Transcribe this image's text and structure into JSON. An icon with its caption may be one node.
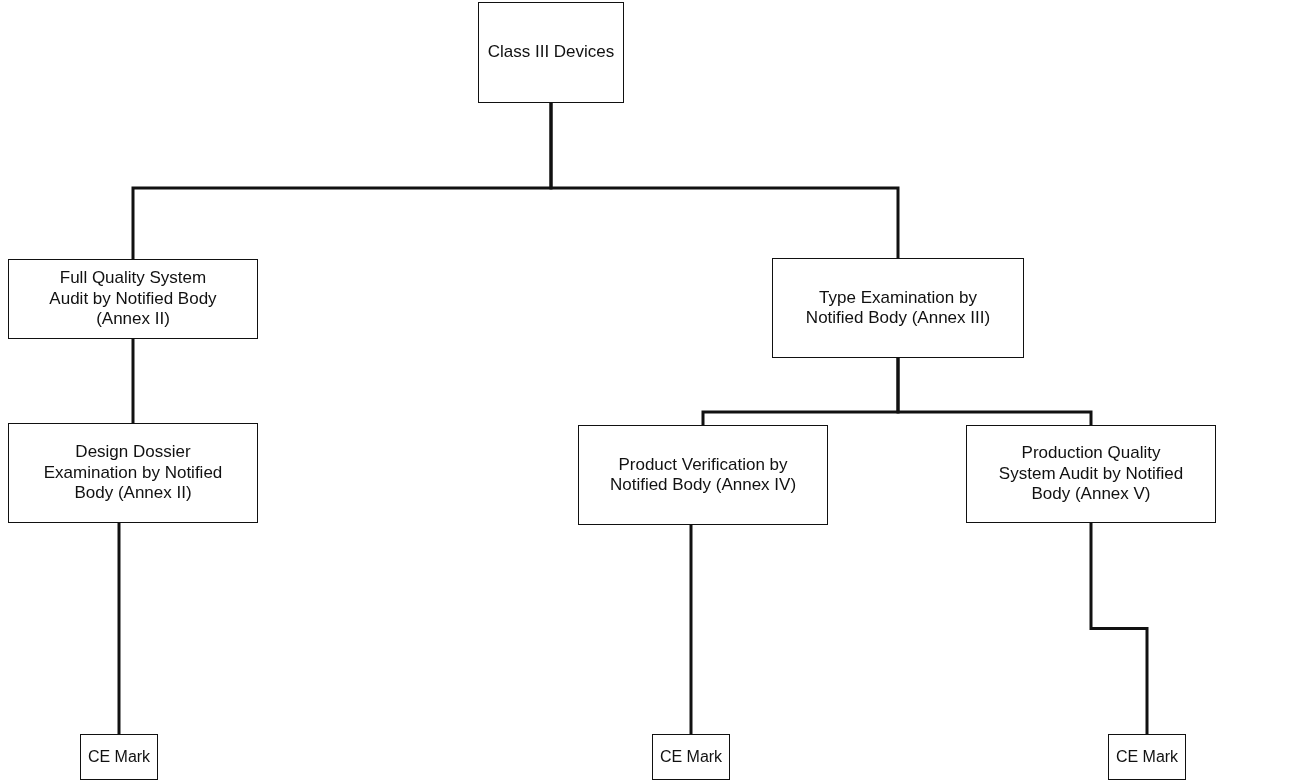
{
  "diagram": {
    "nodes": [
      {
        "text": [
          "Class III  Devices"
        ]
      },
      {
        "text": [
          "Full Quality System Audit by Notified Body (Annex II)"
        ]
      },
      {
        "text": [
          "Type Examination by Notified Body (Annex III)"
        ]
      },
      {
        "text": [
          "Design Dossier Examination by Notified Body (Annex II)"
        ]
      },
      {
        "text": [
          "Product Verification by Notified Body (Annex IV)"
        ]
      },
      {
        "text": [
          "Production Quality System Audit by Notified Body (Annex V)"
        ]
      },
      {
        "text": [
          "CE Mark"
        ]
      },
      {
        "text": [
          "CE Mark"
        ]
      },
      {
        "text": [
          "CE Mark"
        ]
      }
    ],
    "edges": [
      {
        "from": 0,
        "to": 1,
        "arrow": "none"
      },
      {
        "from": 0,
        "to": 2,
        "arrow": "none"
      },
      {
        "from": 1,
        "to": 3,
        "arrow": "none"
      },
      {
        "from": 2,
        "to": 4,
        "arrow": "none"
      },
      {
        "from": 2,
        "to": 5,
        "arrow": "none"
      },
      {
        "from": 3,
        "to": 6,
        "arrow": "none"
      },
      {
        "from": 4,
        "to": 7,
        "arrow": "none"
      },
      {
        "from": 5,
        "to": 8,
        "arrow": "none"
      }
    ]
  }
}
